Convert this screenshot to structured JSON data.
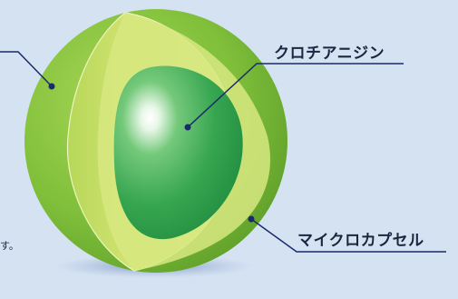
{
  "labels": {
    "core": "クロチアニジン",
    "capsule": "マイクロカプセル"
  },
  "note_text": "す。",
  "colors": {
    "background": "#d5e2f2",
    "outer_shell": "#8cc63f",
    "shell_cross_section": "#d4e57a",
    "core": "#2f9e4a",
    "leader_line": "#1b2a6b"
  }
}
